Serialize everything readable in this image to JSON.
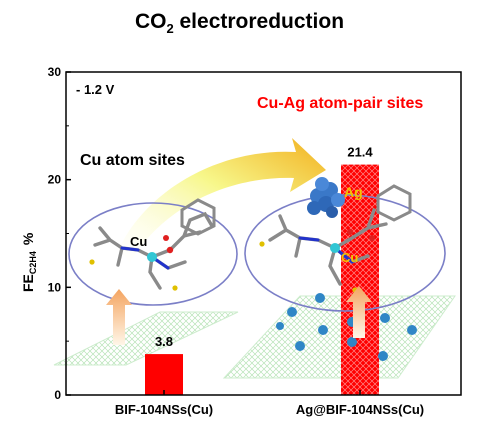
{
  "chart_data": {
    "type": "bar",
    "title_main": "CO",
    "title_sub": "2",
    "title_rest": " electroreduction",
    "ylabel_main": "FE",
    "ylabel_sub": "C2H4",
    "ylabel_unit": "%",
    "categories": [
      "BIF-104NSs(Cu)",
      "Ag@BIF-104NSs(Cu)"
    ],
    "values": [
      3.8,
      21.4
    ],
    "value_labels": [
      "3.8",
      "21.4"
    ],
    "ylim": [
      0,
      30
    ],
    "yticks": [
      0,
      10,
      20,
      30
    ],
    "grid": false,
    "bar_color": "#ff0000",
    "annotations": {
      "potential": "- 1.2 V",
      "pair_sites": "Cu-Ag atom-pair sites",
      "cu_sites": "Cu atom sites",
      "cu_label": "Cu",
      "ag_label": "Ag",
      "cu_label2": "Cu"
    }
  }
}
